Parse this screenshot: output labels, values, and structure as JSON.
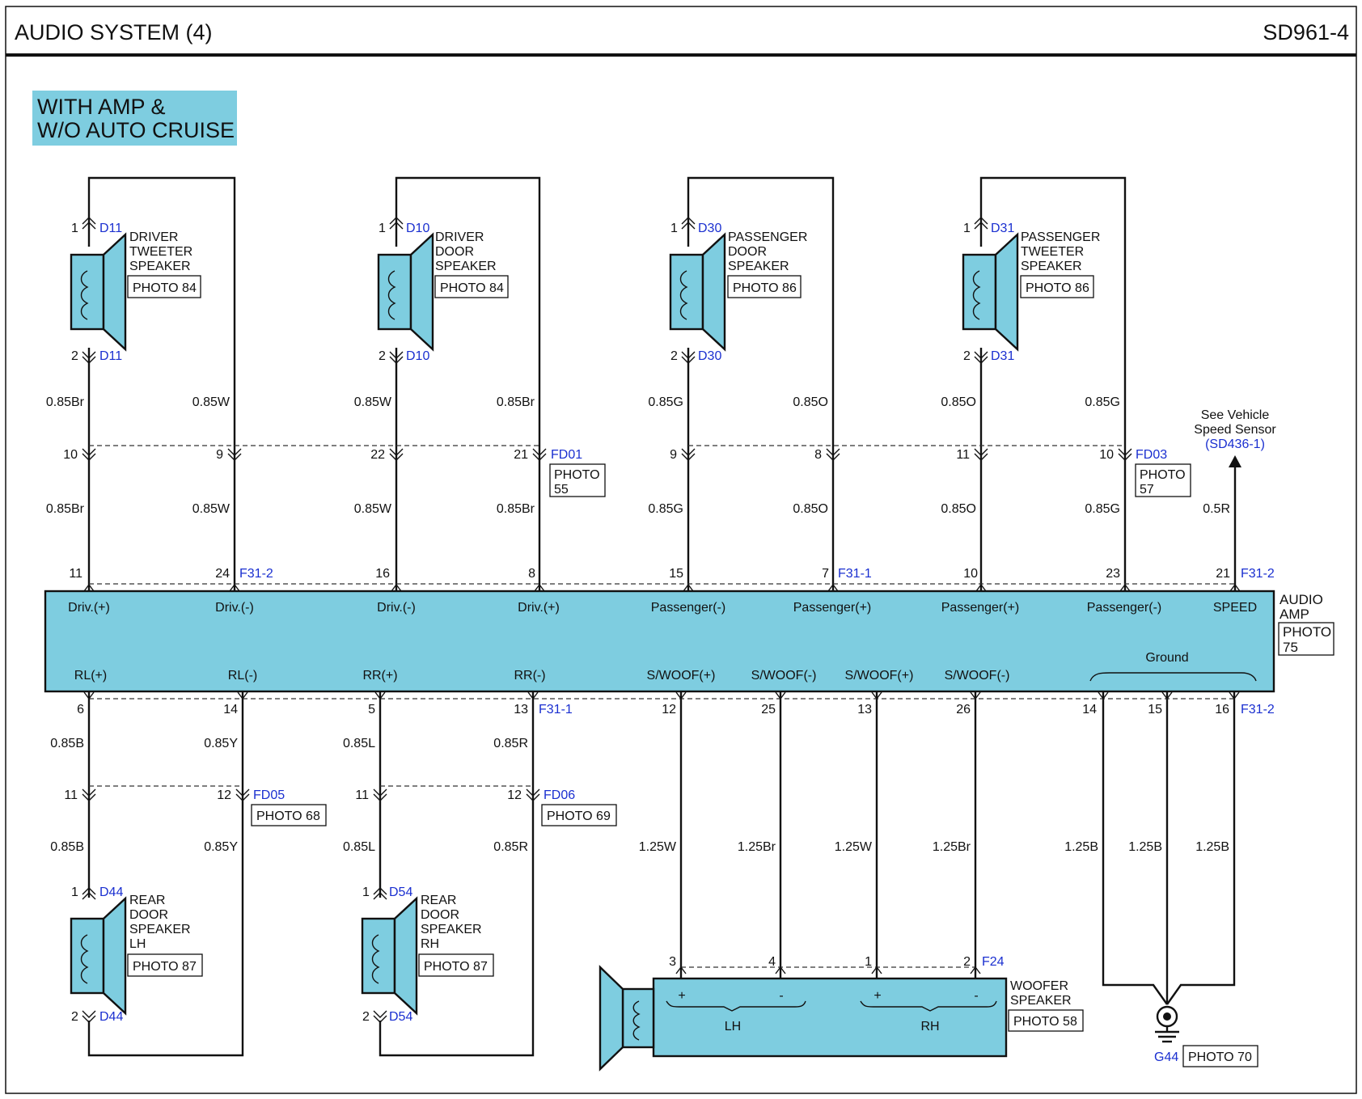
{
  "header": {
    "title": "AUDIO SYSTEM (4)",
    "code": "SD961-4"
  },
  "condition": {
    "line1": "WITH AMP &",
    "line2": "W/O AUTO CRUISE"
  },
  "amp": {
    "name_line1": "AUDIO",
    "name_line2": "AMP",
    "photo_l1": "PHOTO",
    "photo_l2": "75",
    "top_terminals": [
      "Driv.(+)",
      "Driv.(-)",
      "Driv.(-)",
      "Driv.(+)",
      "Passenger(-)",
      "Passenger(+)",
      "Passenger(+)",
      "Passenger(-)",
      "SPEED"
    ],
    "bottom_terminals": [
      "RL(+)",
      "RL(-)",
      "RR(+)",
      "RR(-)",
      "S/WOOF(+)",
      "S/WOOF(-)",
      "S/WOOF(+)",
      "S/WOOF(-)"
    ],
    "ground_label": "Ground"
  },
  "speakers": {
    "driver_tweeter": {
      "l1": "DRIVER",
      "l2": "TWEETER",
      "l3": "SPEAKER",
      "photo": "PHOTO 84",
      "conn": "D11",
      "pin1": "1",
      "pin2": "2"
    },
    "driver_door": {
      "l1": "DRIVER",
      "l2": "DOOR",
      "l3": "SPEAKER",
      "photo": "PHOTO 84",
      "conn": "D10",
      "pin1": "1",
      "pin2": "2"
    },
    "passenger_door": {
      "l1": "PASSENGER",
      "l2": "DOOR",
      "l3": "SPEAKER",
      "photo": "PHOTO 86",
      "conn": "D30",
      "pin1": "1",
      "pin2": "2"
    },
    "passenger_tweeter": {
      "l1": "PASSENGER",
      "l2": "TWEETER",
      "l3": "SPEAKER",
      "photo": "PHOTO 86",
      "conn": "D31",
      "pin1": "1",
      "pin2": "2"
    },
    "rear_lh": {
      "l1": "REAR",
      "l2": "DOOR",
      "l3": "SPEAKER",
      "l4": "LH",
      "photo": "PHOTO 87",
      "conn": "D44",
      "pin1": "1",
      "pin2": "2"
    },
    "rear_rh": {
      "l1": "REAR",
      "l2": "DOOR",
      "l3": "SPEAKER",
      "l4": "RH",
      "photo": "PHOTO 87",
      "conn": "D54",
      "pin1": "1",
      "pin2": "2"
    },
    "woofer": {
      "l1": "WOOFER",
      "l2": "SPEAKER",
      "photo": "PHOTO 58",
      "conn": "F24",
      "lh": "LH",
      "rh": "RH",
      "plus": "+",
      "minus": "-",
      "pins": [
        "3",
        "4",
        "1",
        "2"
      ]
    }
  },
  "connectors": {
    "fd01": {
      "name": "FD01",
      "photo_l1": "PHOTO",
      "photo_l2": "55"
    },
    "fd03": {
      "name": "FD03",
      "photo_l1": "PHOTO",
      "photo_l2": "57"
    },
    "fd05": {
      "name": "FD05",
      "photo": "PHOTO 68"
    },
    "fd06": {
      "name": "FD06",
      "photo": "PHOTO 69"
    },
    "f31_2": "F31-2",
    "f31_1": "F31-1"
  },
  "wires": {
    "w1": "0.85Br",
    "w2": "0.85W",
    "w3": "0.85W",
    "w4": "0.85Br",
    "w5": "0.85G",
    "w6": "0.85O",
    "w7": "0.85O",
    "w8": "0.85G",
    "w9": "0.5R",
    "r1": "0.85B",
    "r2": "0.85Y",
    "r3": "0.85L",
    "r4": "0.85R",
    "s1": "1.25W",
    "s2": "1.25Br",
    "s3": "1.25W",
    "s4": "1.25Br",
    "g1": "1.25B",
    "g2": "1.25B",
    "g3": "1.25B"
  },
  "pins": {
    "fd_top": [
      "10",
      "9",
      "22",
      "21",
      "9",
      "8",
      "11",
      "10"
    ],
    "amp_top": [
      "11",
      "24",
      "16",
      "8",
      "15",
      "7",
      "10",
      "23",
      "21"
    ],
    "amp_bottom": [
      "6",
      "14",
      "5",
      "13",
      "12",
      "25",
      "13",
      "26",
      "14",
      "15",
      "16"
    ],
    "fd_bottom": [
      "11",
      "12",
      "11",
      "12"
    ]
  },
  "speed_sensor": {
    "l1": "See Vehicle",
    "l2": "Speed Sensor",
    "ref": "(SD436-1)"
  },
  "ground": {
    "name": "G44",
    "photo": "PHOTO 70"
  },
  "colors": {
    "component_fill": "#7ecde0",
    "connector_text": "#1a2fd0",
    "line": "#111111"
  }
}
